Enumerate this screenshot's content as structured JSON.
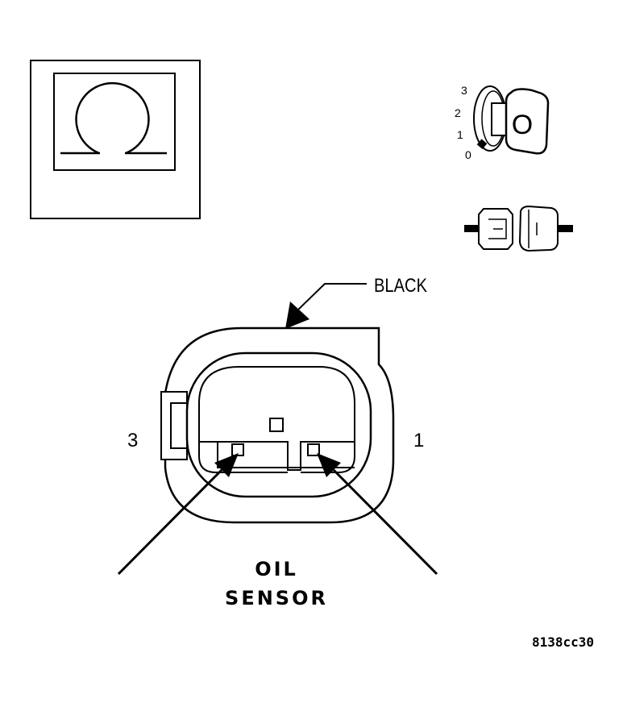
{
  "connector": {
    "color_label": "BLACK",
    "pin_left": "3",
    "pin_right": "1"
  },
  "ignition": {
    "positions": [
      "3",
      "2",
      "1",
      "0"
    ],
    "key_glyph": "O"
  },
  "sensor": {
    "line1": "OIL",
    "line2": "SENSOR"
  },
  "figure_id": "8138cc30",
  "icons": {
    "meter": "ohmmeter-icon",
    "key": "ignition-key-icon",
    "plug": "disconnected-connector-icon"
  },
  "colors": {
    "ink": "#000000",
    "paper": "#ffffff"
  }
}
